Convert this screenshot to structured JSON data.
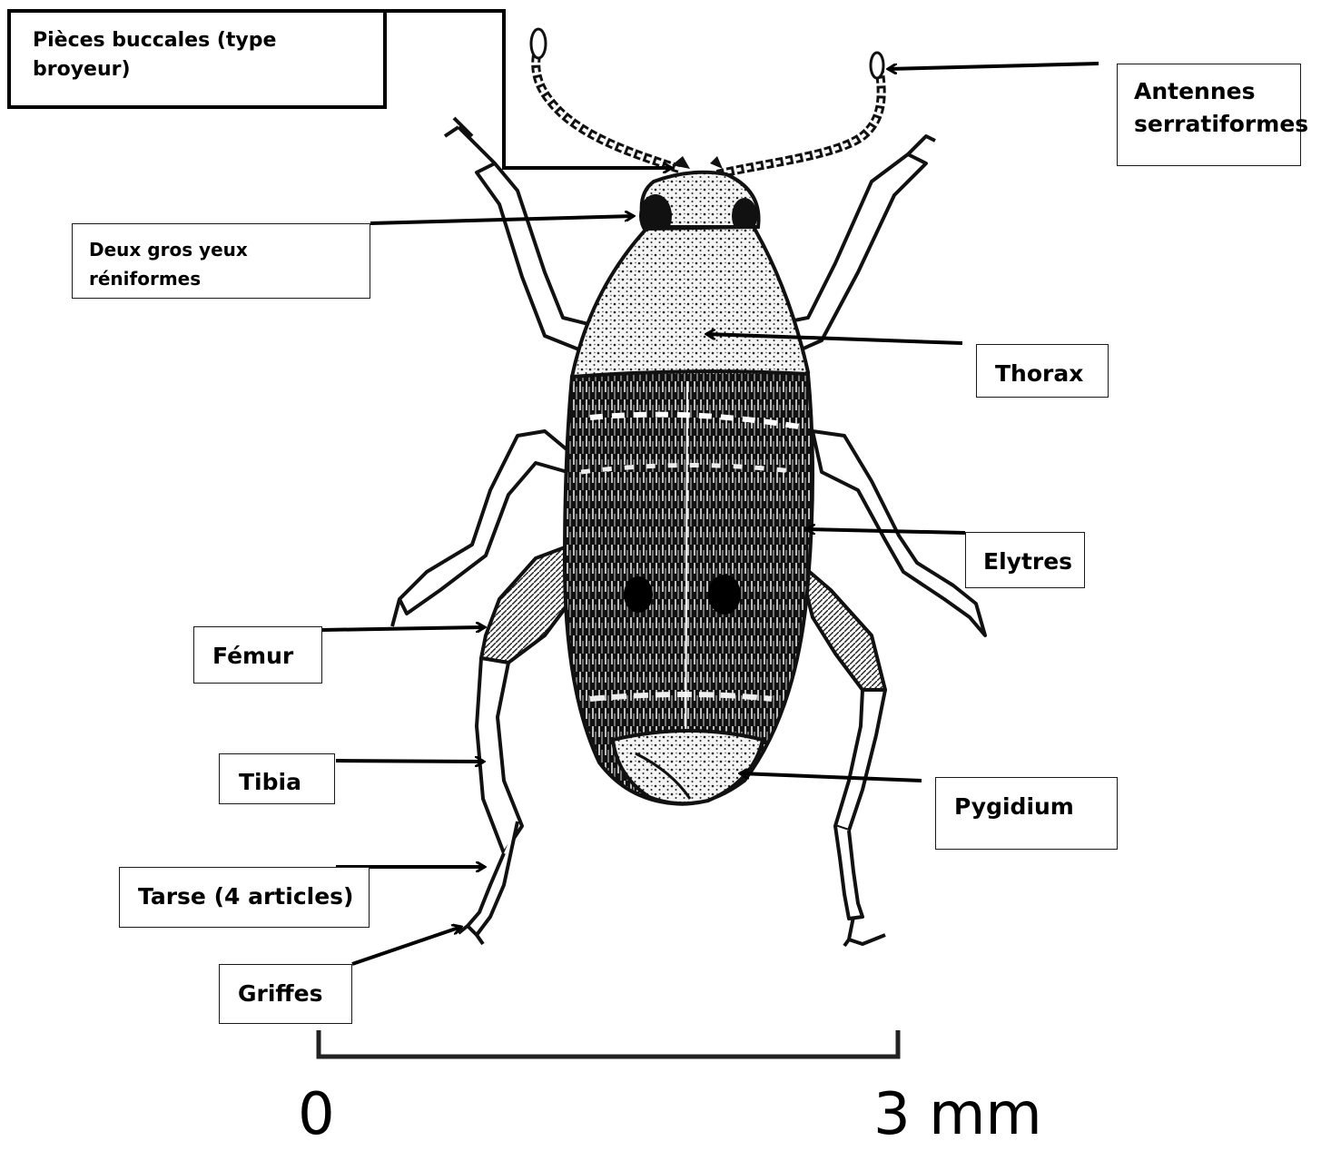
{
  "labels": {
    "mouthparts": "Pièces buccales (type broyeur)",
    "antennae": "Antennes serratiformes",
    "eyes": "Deux gros yeux réniformes",
    "thorax": "Thorax",
    "elytra": "Elytres",
    "femur": "Fémur",
    "tibia": "Tibia",
    "pygidium": "Pygidium",
    "tarsus": "Tarse (4 articles)",
    "claws": "Griffes"
  },
  "scale": {
    "start_label": "0",
    "end_label": "3 mm"
  },
  "colors": {
    "ink": "#000000",
    "body_dark": "#111111",
    "body_light": "#f4f4f4",
    "background": "#ffffff"
  }
}
